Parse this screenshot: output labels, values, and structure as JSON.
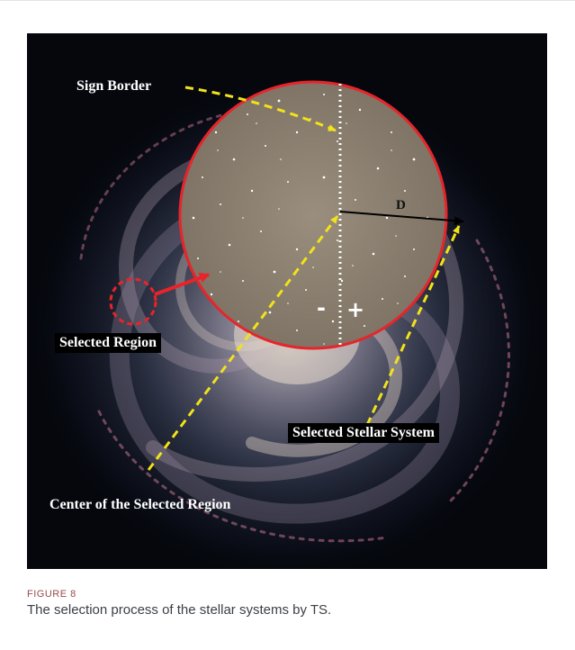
{
  "figure": {
    "labels": {
      "sign_border": "Sign Border",
      "selected_region": "Selected Region",
      "selected_stellar_system": "Selected Stellar System",
      "center_of_selected_region": "Center of the Selected Region",
      "distance": "D",
      "minus_sign": "-",
      "plus_sign": "+"
    },
    "colors": {
      "circle_border": "#e8242a",
      "arrow_dashed": "#f2e21a",
      "inset_fill": "#8d8172",
      "background": "#05070d"
    }
  },
  "caption": {
    "label": "FIGURE 8",
    "text": "The selection process of the stellar systems by TS."
  }
}
